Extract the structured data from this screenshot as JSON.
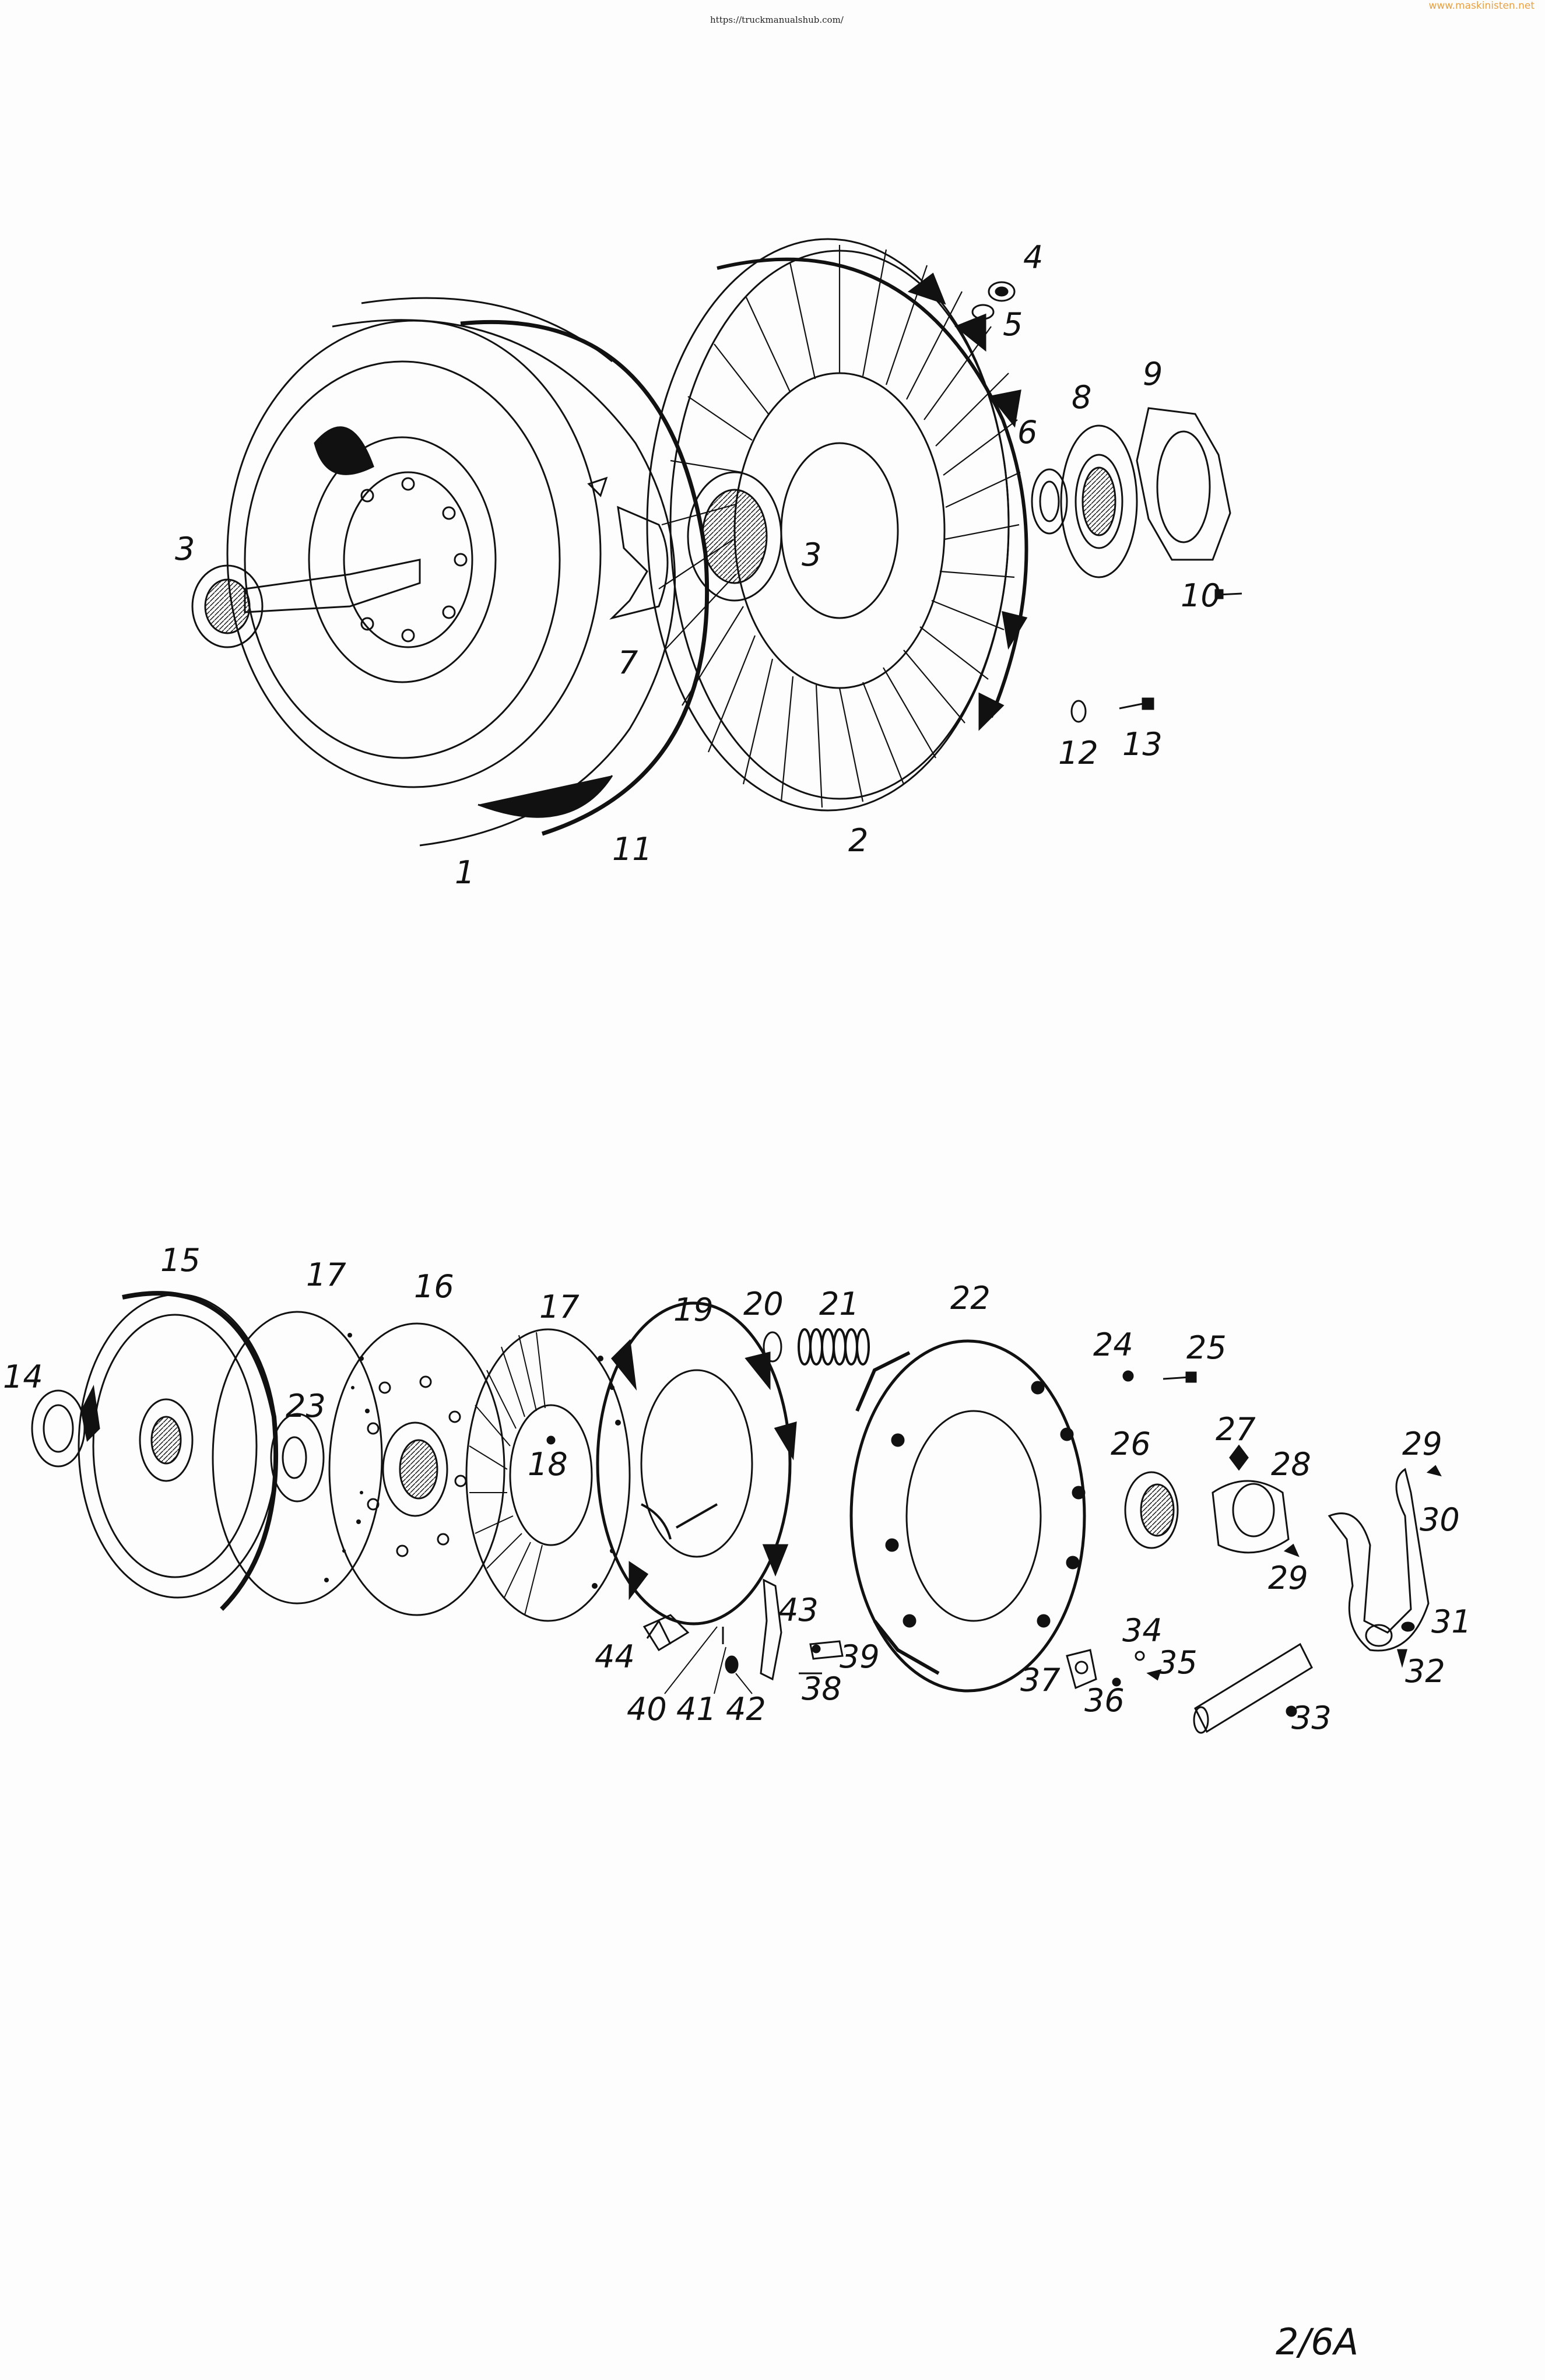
{
  "header": {
    "source_url": "https://truckmanualshub.com/",
    "watermark": "www.maskinisten.net"
  },
  "page_number": "2/6A",
  "diagrams": {
    "upper_assembly": {
      "callouts": [
        "1",
        "2",
        "3",
        "3",
        "4",
        "5",
        "6",
        "7",
        "8",
        "9",
        "10",
        "11",
        "12",
        "13"
      ]
    },
    "lower_assembly": {
      "callouts": [
        "14",
        "15",
        "16",
        "17",
        "17",
        "18",
        "19",
        "20",
        "21",
        "22",
        "23",
        "24",
        "25",
        "26",
        "27",
        "28",
        "29",
        "29",
        "30",
        "31",
        "32",
        "33",
        "34",
        "35",
        "36",
        "37",
        "38",
        "39",
        "40",
        "41",
        "42",
        "43",
        "44"
      ]
    }
  },
  "colors": {
    "ink": "#111111",
    "paper": "#fdfdfd",
    "watermark": "#e8a040"
  }
}
